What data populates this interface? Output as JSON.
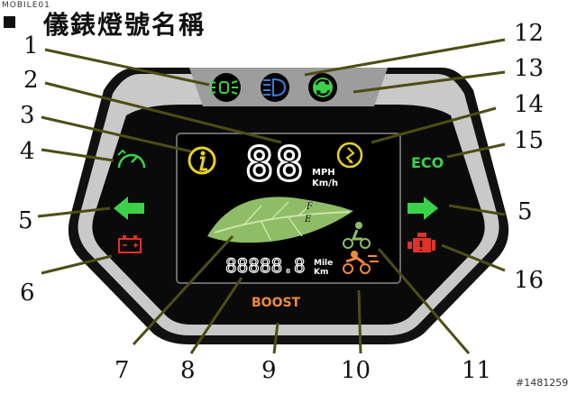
{
  "watermark": "MOBILE01",
  "title": "儀錶燈號名稱",
  "photo_id": "#1481259",
  "callouts": [
    "1",
    "2",
    "3",
    "4",
    "5",
    "6",
    "7",
    "8",
    "9",
    "10",
    "11",
    "12",
    "13",
    "14",
    "15",
    "5",
    "16"
  ],
  "display": {
    "speed": "88",
    "speed_unit_1": "MPH",
    "speed_unit_2": "Km/h",
    "odometer": "88888.8",
    "odo_unit_1": "Mile",
    "odo_unit_2": "Km",
    "eco_label": "ECO",
    "boost_label": "BOOST",
    "leaf_letter_f": "F",
    "leaf_letter_e": "E"
  },
  "colors": {
    "panel": "#0a0a0a",
    "bezel": "#bdbdbd",
    "green": "#3bd24a",
    "yellow": "#e8d21e",
    "red": "#e03226",
    "orange": "#f08a3c",
    "blue": "#3a7bd5",
    "leader": "#4d4d14"
  },
  "icons": [
    "speedometer-icon",
    "arrow-left-icon",
    "battery-icon",
    "position-light-icon",
    "headlight-icon",
    "regen-icon",
    "info-icon",
    "ripple-warning-icon",
    "arrow-right-icon",
    "engine-warning-icon",
    "leaf-icon",
    "rider-icon"
  ]
}
